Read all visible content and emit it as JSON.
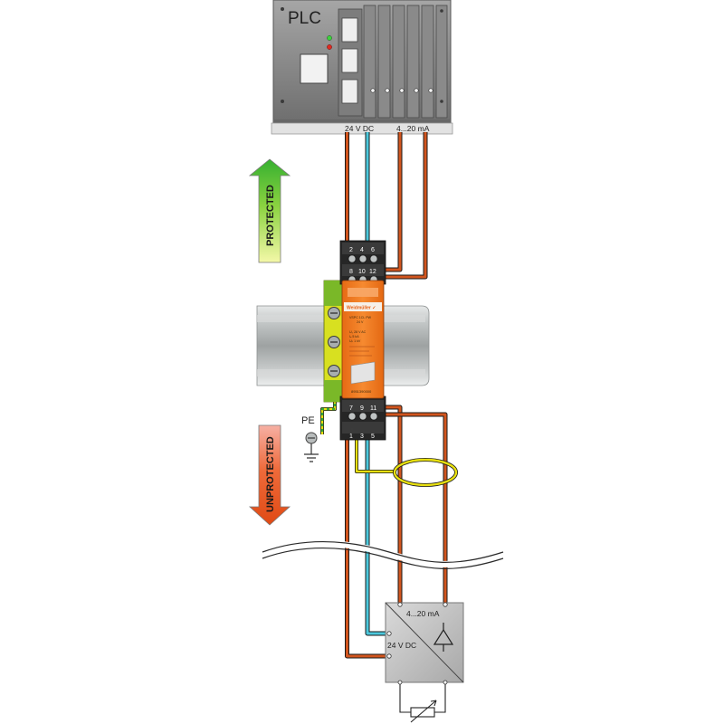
{
  "plc": {
    "title": "PLC",
    "supply_label": "24 V DC",
    "signal_label": "4...20 mA"
  },
  "zones": {
    "protected": "PROTECTED",
    "unprotected": "UNPROTECTED"
  },
  "earth": {
    "label": "PE"
  },
  "terminals": {
    "top_row1": [
      "2",
      "4",
      "6"
    ],
    "top_row2": [
      "8",
      "10",
      "12"
    ],
    "bottom_row1": [
      "7",
      "9",
      "11"
    ],
    "bottom_row2": [
      "1",
      "3",
      "5"
    ]
  },
  "module": {
    "brand": "Weidmüller ✓",
    "text_lines": [
      "VSPC 1CL PW",
      "24 V",
      "U₀ 28 V AC",
      "Iₙ 5 kA",
      "Uₚ 1 kV",
      "",
      "",
      ""
    ],
    "part_number": "8951390000"
  },
  "transmitter": {
    "signal_label": "4...20 mA",
    "supply_label": "24 V DC"
  },
  "colors": {
    "wire_supply": "#d2551e",
    "wire_return": "#4cc8dc",
    "wire_earth": "#e8e010",
    "module_orange": "#f07a20",
    "terminal_black": "#262626",
    "rail_grey": "#b8bcbc",
    "plc_grey": "#8c8c8c",
    "arrow_green": "#5bc43a",
    "arrow_red": "#e84a22"
  }
}
